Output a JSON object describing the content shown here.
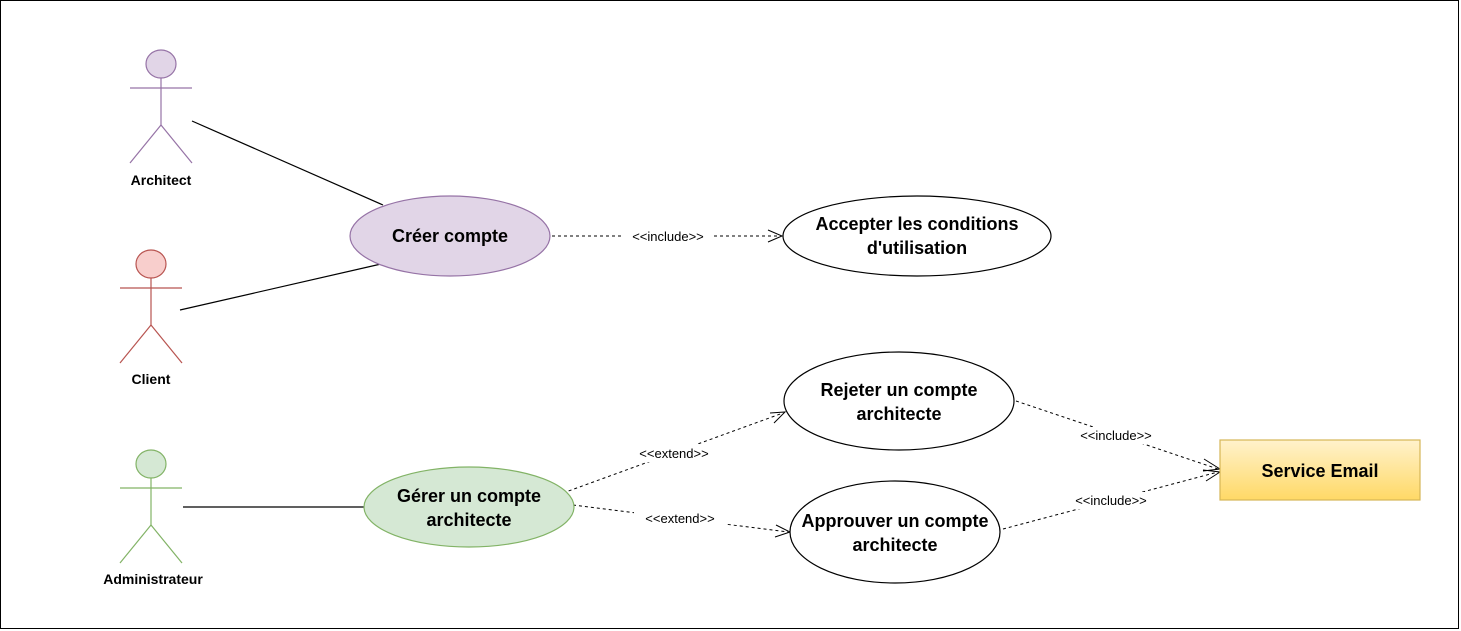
{
  "actors": {
    "architect": {
      "label": "Architect",
      "stroke": "#9673a6",
      "fill": "#e1d5e7"
    },
    "client": {
      "label": "Client",
      "stroke": "#b85450",
      "fill": "#f8cecc"
    },
    "admin": {
      "label": "Administrateur",
      "stroke": "#82b366",
      "fill": "#d5e8d4"
    }
  },
  "usecases": {
    "creer": {
      "lines": [
        "Créer compte"
      ],
      "fill": "#e1d5e7",
      "stroke": "#9673a6"
    },
    "accepter": {
      "lines": [
        "Accepter les conditions",
        "d'utilisation"
      ],
      "fill": "#ffffff",
      "stroke": "#000000"
    },
    "gerer": {
      "lines": [
        "Gérer un compte",
        "architecte"
      ],
      "fill": "#d5e8d4",
      "stroke": "#82b366"
    },
    "rejeter": {
      "lines": [
        "Rejeter un compte",
        "architecte"
      ],
      "fill": "#ffffff",
      "stroke": "#000000"
    },
    "approuver": {
      "lines": [
        "Approuver un compte",
        "architecte"
      ],
      "fill": "#ffffff",
      "stroke": "#000000"
    }
  },
  "service": {
    "label": "Service Email",
    "fill_top": "#fff2cc",
    "fill_bottom": "#ffd966",
    "stroke": "#d6b656"
  },
  "relations": {
    "creer_accepter": "<<include>>",
    "gerer_rejeter": "<<extend>>",
    "gerer_approuver": "<<extend>>",
    "rejeter_service": "<<include>>",
    "approuver_service": "<<include>>"
  }
}
